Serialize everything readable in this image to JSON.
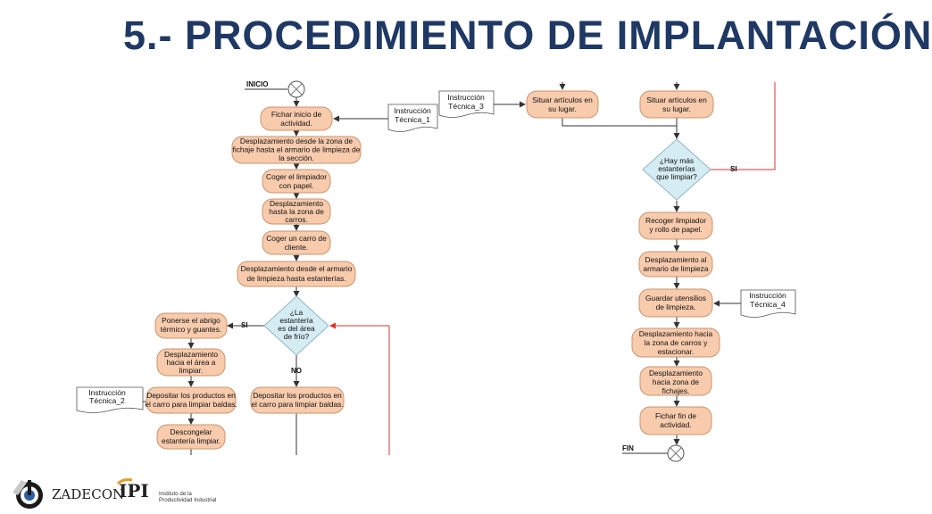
{
  "title": "5.- PROCEDIMIENTO DE IMPLANTACIÓN",
  "labels": {
    "inicio": "INICIO",
    "fin": "FIN",
    "si1": "SI",
    "no1": "NO",
    "si2": "SI"
  },
  "nodes": {
    "fichar_inicio": [
      "Fichar inicio de",
      "actividad."
    ],
    "desp_fichaje": [
      "Desplazamiento desde la zona de",
      "fichaje hasta el armario de limpieza de",
      "la sección."
    ],
    "coger_limpiador": [
      "Coger el limpiador",
      "con papel."
    ],
    "desp_carros": [
      "Desplazamiento",
      "hasta la zona de",
      "carros."
    ],
    "coger_carro": [
      "Coger un carro de",
      "cliente."
    ],
    "desp_armario": [
      "Desplazamiento desde el armario",
      "de limpieza hasta estanterías."
    ],
    "dec_frio": [
      "¿La",
      "estantería",
      "es del área",
      "de frío?"
    ],
    "ponerse_abrigo": [
      "Ponerse el abrigo",
      "térmico y guantes."
    ],
    "desp_area": [
      "Desplazamiento",
      "hacia el área a",
      "limpiar."
    ],
    "depositar_1": [
      "Depositar los productos en",
      "el carro para limpiar baldas."
    ],
    "descongelar": [
      "Descongelar",
      "estantería limpiar."
    ],
    "depositar_2": [
      "Depositar los productos en",
      "el carro para limpiar baldas."
    ],
    "situar_1": [
      "Situar artículos en",
      "su lugar."
    ],
    "situar_2": [
      "Situar artículos en",
      "su lugar."
    ],
    "dec_mas": [
      "¿Hay más",
      "estanterías",
      "que limpiar?"
    ],
    "recoger": [
      "Recoger limpiador",
      "y rollo de papel."
    ],
    "desp_arm2": [
      "Desplazamiento al",
      "armario de limpieza"
    ],
    "guardar": [
      "Guardar utensilios",
      "de limpieza."
    ],
    "desp_carros2": [
      "Desplazamiento hacia",
      "la zona de carros y",
      "estacionar."
    ],
    "desp_fichajes": [
      "Desplazamiento",
      "hacia zona de",
      "fichajes."
    ],
    "fichar_fin": [
      "Fichar fin de",
      "actividad."
    ]
  },
  "docs": {
    "it1": [
      "Instrucción",
      "Técnica_1"
    ],
    "it2": [
      "Instrucción",
      "Técnica_2"
    ],
    "it3": [
      "Instrucción",
      "Técnica_3"
    ],
    "it4": [
      "Instrucción",
      "Técnica_4"
    ]
  },
  "logos": {
    "zadecon": "ZADECON",
    "ipi": "IPI",
    "ipi_sub_1": "Instituto de la",
    "ipi_sub_2": "Productividad Industrial"
  },
  "colors": {
    "title": "#1f3864",
    "process_fill": "#f8cbad",
    "decision_fill": "#d5ecf2",
    "loop_line": "#dd3333"
  }
}
